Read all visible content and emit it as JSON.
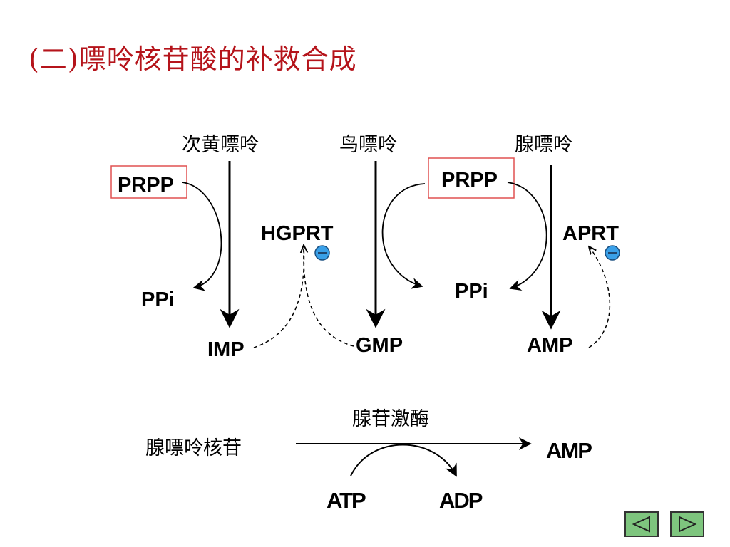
{
  "slide": {
    "title": "(二)嘌呤核苷酸的补救合成"
  },
  "pathway": {
    "bases": {
      "hypoxanthine": "次黄嘌呤",
      "guanine": "鸟嘌呤",
      "adenine": "腺嘌呤"
    },
    "substrates": {
      "prpp_left": "PRPP",
      "prpp_right": "PRPP",
      "ppi_left": "PPi",
      "ppi_right": "PPi"
    },
    "enzymes": {
      "hgprt": "HGPRT",
      "aprt": "APRT"
    },
    "products": {
      "imp": "IMP",
      "gmp": "GMP",
      "amp": "AMP"
    },
    "inhibition_symbol": "−"
  },
  "kinase_reaction": {
    "substrate": "腺嘌呤核苷",
    "enzyme": "腺苷激酶",
    "product": "AMP",
    "cofactor_in": "ATP",
    "cofactor_out": "ADP"
  },
  "colors": {
    "title": "#b5141b",
    "prpp_box_border": "#e05050",
    "inhibition_circle": "#3aa0e8",
    "nav_button": "#7ec57e"
  },
  "nav": {
    "prev_icon": "triangle-left-icon",
    "next_icon": "triangle-right-icon"
  }
}
